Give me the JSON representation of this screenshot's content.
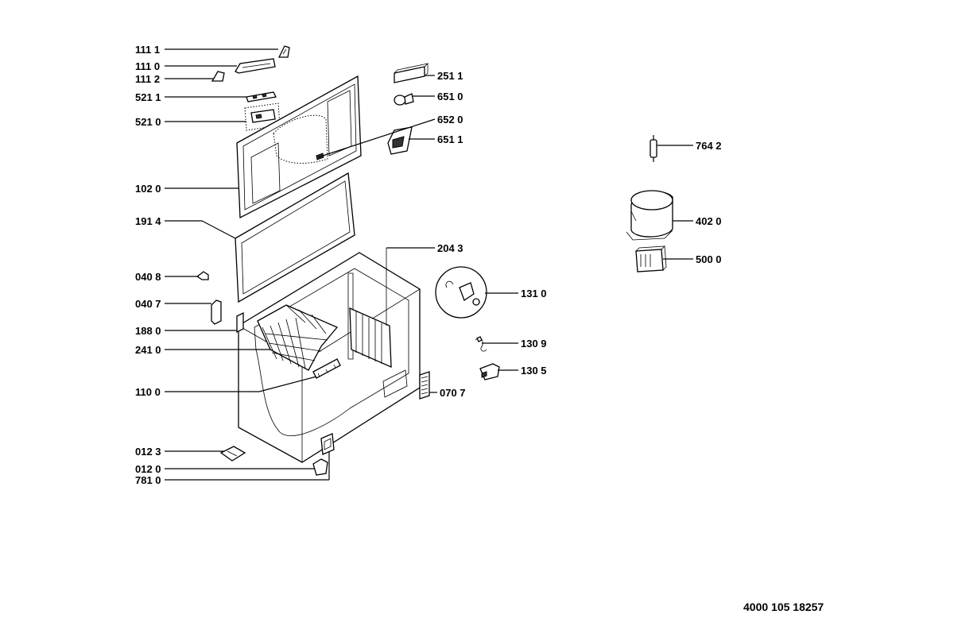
{
  "labels": {
    "p1111": "111 1",
    "p1110": "111 0",
    "p1112": "111 2",
    "p5211": "521 1",
    "p5210": "521 0",
    "p1020": "102 0",
    "p1914": "191 4",
    "p0408": "040 8",
    "p0407": "040 7",
    "p1880": "188 0",
    "p2410": "241 0",
    "p1100": "110 0",
    "p0123": "012 3",
    "p0120": "012 0",
    "p7810": "781 0",
    "p2511": "251 1",
    "p6510": "651 0",
    "p6520": "652 0",
    "p6511": "651 1",
    "p2043": "204 3",
    "p1310": "131 0",
    "p1309": "130 9",
    "p1305": "130 5",
    "p0707": "070 7",
    "p7642": "764 2",
    "p4020": "402 0",
    "p5000": "500 0"
  },
  "document_number": "4000 105 18257"
}
